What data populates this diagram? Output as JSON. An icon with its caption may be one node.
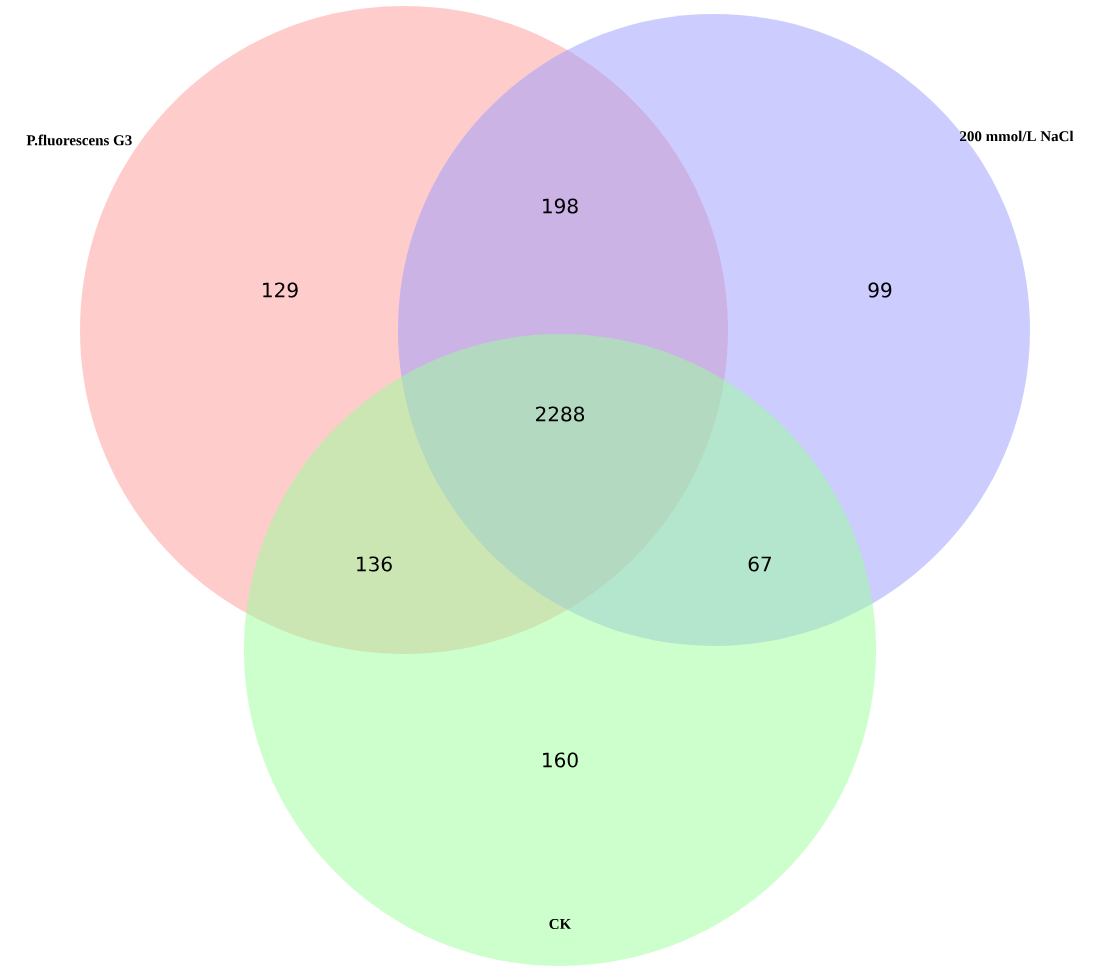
{
  "diagram": {
    "nodes": [
      {
        "text": [
          "P.fluorescens G3"
        ]
      },
      {
        "text": [
          "200 mmol/L NaCl"
        ]
      },
      {
        "text": [
          "CK"
        ]
      }
    ],
    "labels": [
      "129",
      "198",
      "99",
      "2288",
      "136",
      "67",
      "160"
    ]
  }
}
